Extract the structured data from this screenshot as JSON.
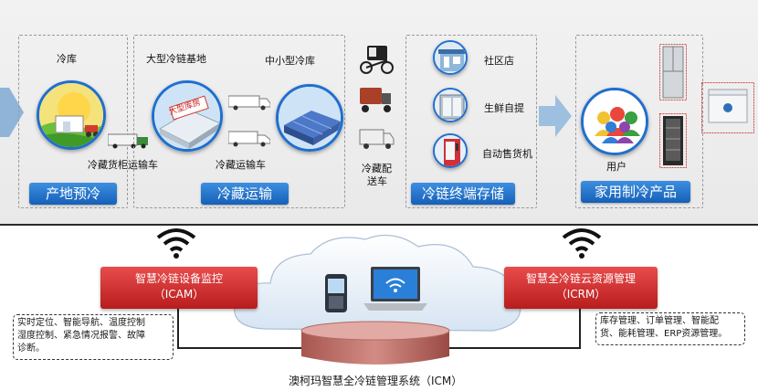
{
  "stages": {
    "origin": {
      "title": "产地预冷",
      "cold_storage_label": "冷库",
      "truck_label": "冷藏货柜运输车"
    },
    "transport": {
      "title": "冷藏运输",
      "base_label": "大型冷链基地",
      "base_sign": "大型库房",
      "small_storage_label": "中小型冷库",
      "truck_label": "冷藏运输车",
      "delivery_label_line1": "冷藏配",
      "delivery_label_line2": "送车"
    },
    "terminal": {
      "title": "冷链终端存储",
      "items": [
        {
          "label": "社区店"
        },
        {
          "label": "生鲜自提"
        },
        {
          "label": "自动售货机"
        }
      ]
    },
    "home": {
      "title": "家用制冷产品",
      "user_label": "用户"
    }
  },
  "system": {
    "icam": {
      "line1": "智慧冷链设备监控",
      "line2": "（ICAM）"
    },
    "icrm": {
      "line1": "智慧全冷链云资源管理",
      "line2": "（ICRM）"
    },
    "icam_features": [
      "实时定位、智能导航、温度控制",
      "湿度控制、紧急情况报警、故障",
      "诊断。"
    ],
    "icrm_features": [
      "库存管理、订单管理、智能配",
      "货、能耗管理、ERP资源管理。"
    ],
    "caption": "澳柯玛智慧全冷链管理系统（ICM）"
  },
  "colors": {
    "stage_title": "#1560b8",
    "red_box": "#c62020",
    "cloud": "#d6e4f2",
    "platform": "#c47a74"
  }
}
